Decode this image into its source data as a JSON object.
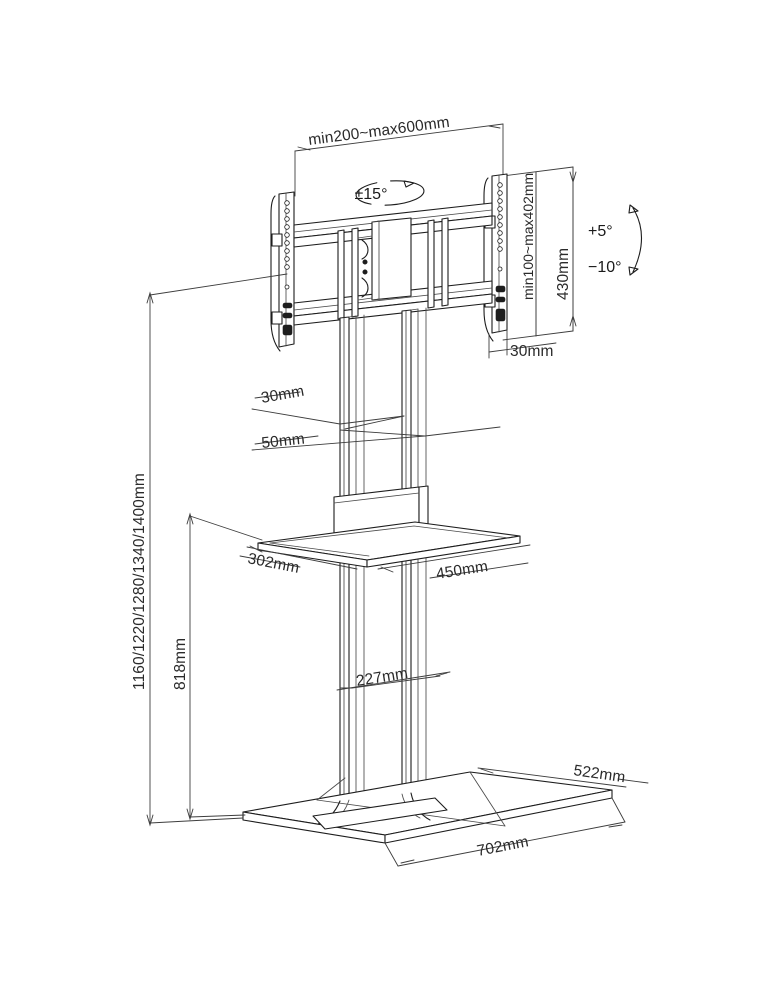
{
  "drawing": {
    "title": "TV floor stand dimensional drawing",
    "subject": "height-adjustable TV floor stand with shelf",
    "units": "mm",
    "background_color": "#ffffff",
    "line_color": "#1d1d1d"
  },
  "dimensions": {
    "vesa_width": "min200~max600mm",
    "vesa_height": "min100~max402mm",
    "bracket_rail_height": "430mm",
    "bracket_depth_top": "30mm",
    "column_depth": "30mm",
    "column_width_detail": "50mm",
    "shelf_depth": "302mm",
    "shelf_width": "450mm",
    "column_width": "227mm",
    "base_depth": "522mm",
    "base_width": "702mm",
    "overall_heights": "1160/1220/1280/1340/1400mm",
    "shelf_to_floor": "818mm"
  },
  "angles": {
    "swivel": "±15°",
    "tilt_up": "+5°",
    "tilt_down": "−10°"
  },
  "parts": {
    "left_rail": "left-vesa-rail",
    "right_rail": "right-vesa-rail",
    "crossbar_upper": "upper-crossbar",
    "crossbar_lower": "lower-crossbar",
    "tilt_block": "central-tilt-block",
    "column": "vertical-column",
    "shelf": "media-shelf",
    "shelf_housing": "shelf-housing-box",
    "base": "floor-base-plate"
  }
}
